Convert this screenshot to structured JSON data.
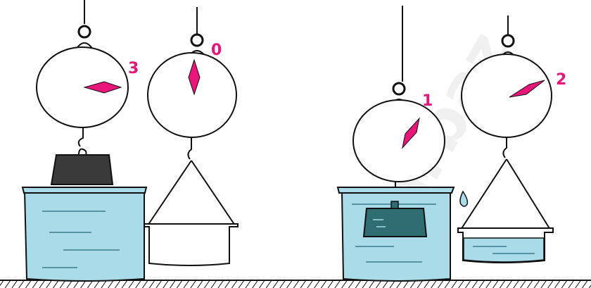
{
  "scene": {
    "readings": [
      {
        "id": "scale-1",
        "label": "3"
      },
      {
        "id": "scale-2",
        "label": "0"
      },
      {
        "id": "scale-3",
        "label": "1"
      },
      {
        "id": "scale-4",
        "label": "2"
      }
    ],
    "watermark": "sarbaz",
    "colors": {
      "pointer": "#e8157a",
      "label": "#e8157a",
      "water": "#a9dbe8",
      "water_dark": "#7fc3d6",
      "weight": "#3a3a3a",
      "weight_submerged": "#2f6d73",
      "outline": "#111111"
    }
  }
}
